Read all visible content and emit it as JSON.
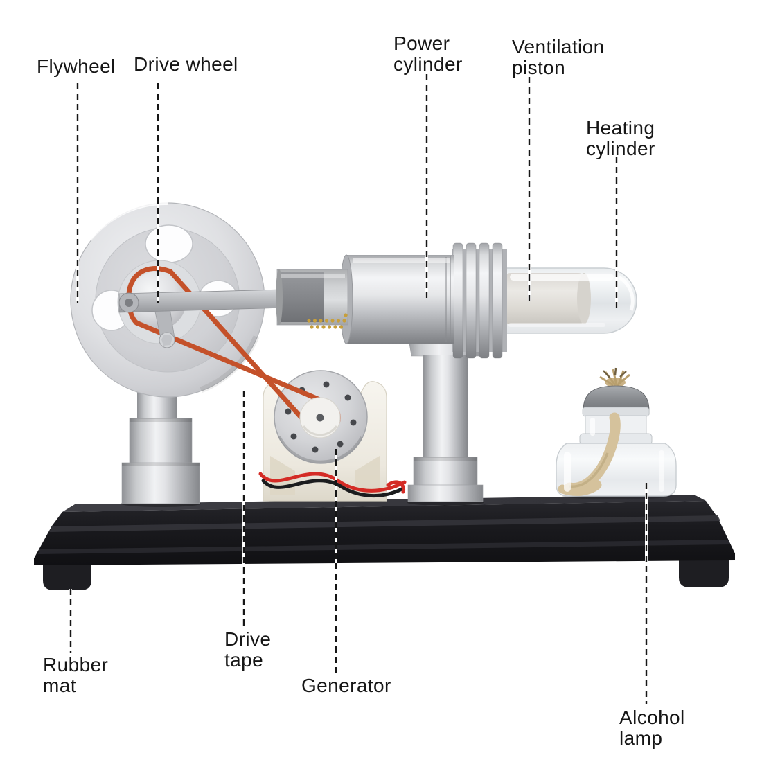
{
  "figure_type": "Annotated product image of a hot-air Stirling engine generator model",
  "labels": {
    "flywheel": "Flywheel",
    "drive_wheel": "Drive wheel",
    "power_cylinder": "Power\ncylinder",
    "ventilation_piston": "Ventilation\npiston",
    "heating_cylinder": "Heating\ncylinder",
    "rubber_mat": "Rubber\nmat",
    "drive_tape": "Drive\ntape",
    "generator": "Generator",
    "alcohol_lamp": "Alcohol\nlamp"
  },
  "colors": {
    "background": "#ffffff",
    "label_text": "#161616",
    "leader_line": "#161616",
    "base_black": "#1a1a1e",
    "aluminum_light": "#f2f3f5",
    "aluminum_mid": "#c6c8cc",
    "aluminum_dark": "#86888c",
    "belt_red": "#c4512a",
    "wire_red": "#d42b25",
    "wire_black": "#1b1c1e",
    "bracket_white": "#efece2",
    "wick_beige": "#d5c29c",
    "lamp_cap_gray": "#898c90"
  }
}
